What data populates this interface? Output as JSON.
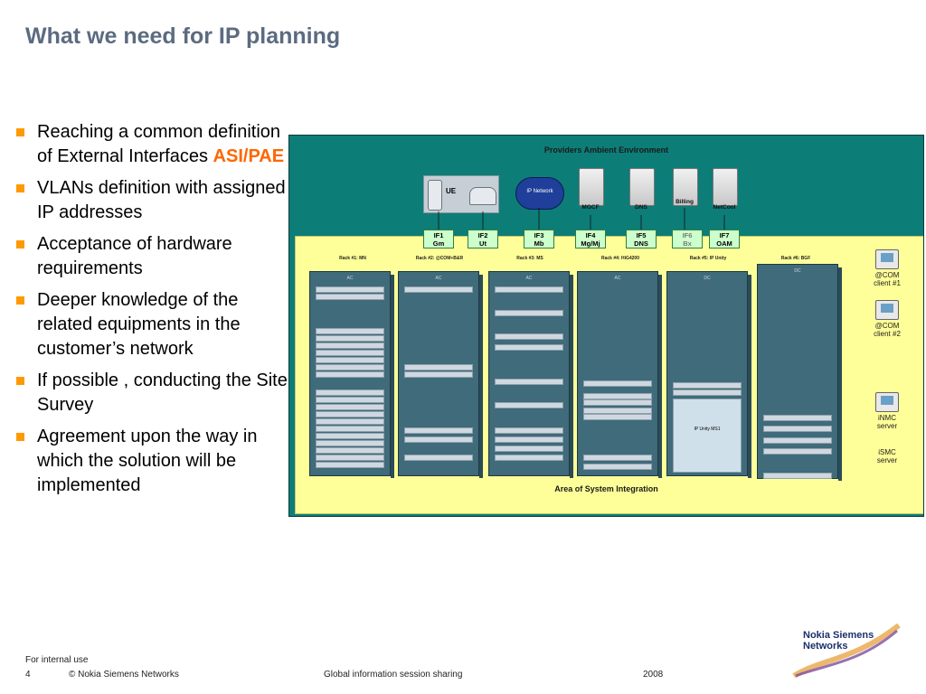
{
  "title": "What we need for IP planning",
  "bullets": [
    {
      "text": "Reaching a common definition of External Interfaces ",
      "highlight": "ASI/PAE"
    },
    {
      "text": "VLANs definition with assigned IP addresses"
    },
    {
      "text": "Acceptance of hardware requirements"
    },
    {
      "text": "Deeper knowledge of the related equipments in the customer’s network"
    },
    {
      "text": "If possible , conducting the Site Survey"
    },
    {
      "text": "Agreement upon the way in which the solution will be implemented"
    }
  ],
  "diagram": {
    "env_title": "Providers Ambient Environment",
    "area_title": "Area of System Integration",
    "ue_label": "UE",
    "cloud_label": "IP Network",
    "servers": [
      "MGCF",
      "DNS",
      "Billing",
      "NetCool"
    ],
    "interfaces": [
      {
        "l1": "IF1",
        "l2": "Gm"
      },
      {
        "l1": "IF2",
        "l2": "Ut"
      },
      {
        "l1": "IF3",
        "l2": "Mb"
      },
      {
        "l1": "IF4",
        "l2": "Mg/Mj"
      },
      {
        "l1": "IF5",
        "l2": "DNS"
      },
      {
        "l1": "IF6",
        "l2": "Bx"
      },
      {
        "l1": "IF7",
        "l2": "OAM"
      }
    ],
    "racks": [
      {
        "label": "Rack #1: MN",
        "cap": "AC"
      },
      {
        "label": "Rack #2: @COM+B&R",
        "cap": "AC"
      },
      {
        "label": "Rack #3: MS",
        "cap": "AC"
      },
      {
        "label": "Rack #4: HiG4200",
        "cap": "AC"
      },
      {
        "label": "Rack #5: IP Unity",
        "cap": "DC"
      },
      {
        "label": "Rack #6: BGF",
        "cap": "DC"
      }
    ],
    "ip_unity": "IP Unity MS1",
    "clients": [
      {
        "l1": "@COM",
        "l2": "client #1"
      },
      {
        "l1": "@COM",
        "l2": "client #2"
      },
      {
        "l1": "iNMC",
        "l2": "server"
      },
      {
        "l1": "iSMC",
        "l2": "server"
      }
    ]
  },
  "footer": {
    "internal": "For internal use",
    "page": "4",
    "copyright": "© Nokia Siemens Networks",
    "session": "Global information session sharing",
    "year": "2008",
    "logo_l1": "Nokia Siemens",
    "logo_l2": "Networks"
  }
}
